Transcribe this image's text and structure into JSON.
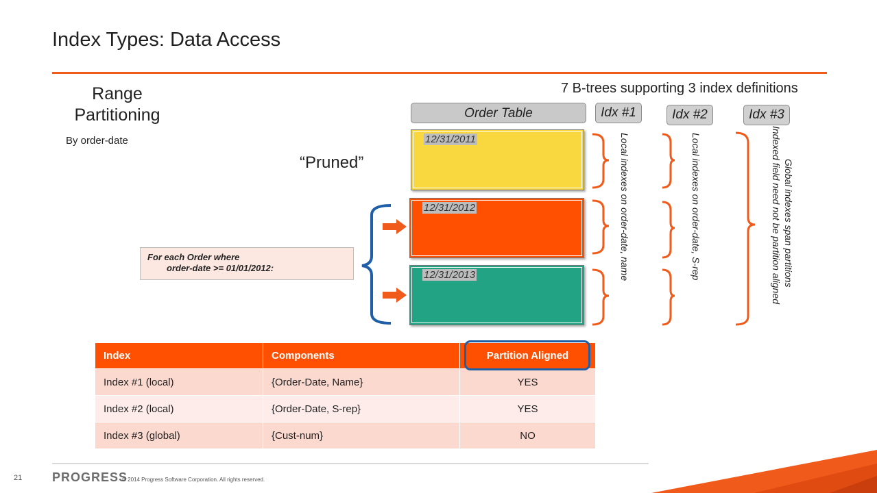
{
  "slide": {
    "title": "Index Types: Data Access",
    "range_title": "Range\nPartitioning",
    "range_subtitle": "By order-date",
    "pruned_label": "“Pruned”",
    "btrees_label": "7 B-trees supporting 3 index definitions",
    "order_table_label": "Order Table",
    "idx_labels": [
      "Idx #1",
      "Idx #2",
      "Idx #3"
    ],
    "partitions": [
      {
        "date": "12/31/2011",
        "color": "#f9d83f"
      },
      {
        "date": "12/31/2012",
        "color": "#ff4f00"
      },
      {
        "date": "12/31/2013",
        "color": "#22a383"
      }
    ],
    "idx1_note": "Local indexes on order-date, name",
    "idx2_note": "Local indexes on order-date, S-rep",
    "idx3_note_line1": "Global indexes span partitions",
    "idx3_note_line2": "Indexed field need not be partition aligned",
    "query_line1": "For each Order where",
    "query_line2": "order-date >= 01/01/2012:"
  },
  "table": {
    "headers": [
      "Index",
      "Components",
      "Partition Aligned"
    ],
    "rows": [
      [
        "Index #1 (local)",
        "{Order-Date, Name}",
        "YES"
      ],
      [
        "Index #2 (local)",
        "{Order-Date, S-rep}",
        "YES"
      ],
      [
        "Index #3 (global)",
        "{Cust-num}",
        "NO"
      ]
    ]
  },
  "footer": {
    "page_number": "21",
    "logo_text": "PROGRESS",
    "copyright": "© 2014 Progress Software Corporation. All rights reserved."
  },
  "colors": {
    "accent_orange": "#f05a1a",
    "bracket_blue": "#1e5fa8",
    "header_orange": "#ff4f00"
  }
}
